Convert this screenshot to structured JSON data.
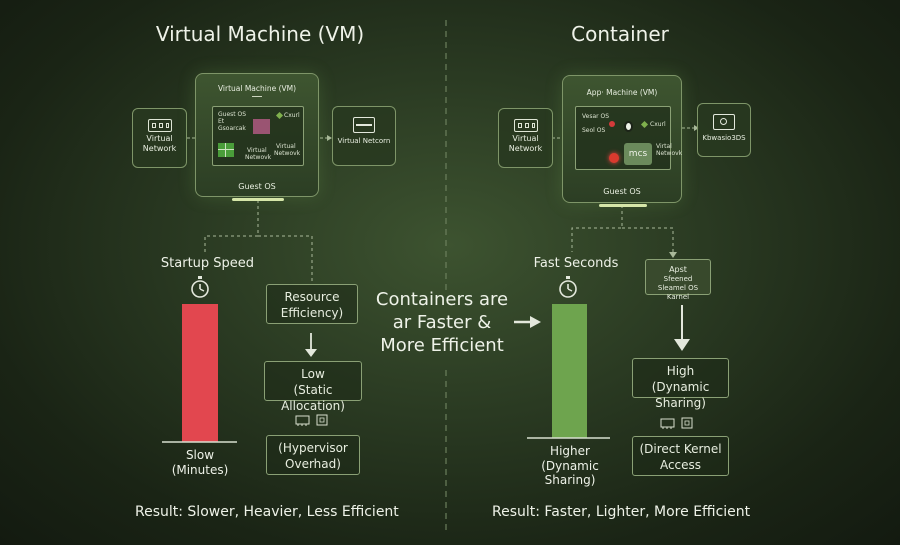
{
  "vm": {
    "title": "Virtual Machine (VM)",
    "card": {
      "header": "Virtual Machine (VM)",
      "guest_os_label": "Guest OS",
      "bits": [
        "Guest OS",
        "Et",
        "Gsoarcak",
        "Cxurl",
        "Virtual",
        "Netwovk",
        "Virtual",
        "Netwovk"
      ],
      "footer": "Guest OS"
    },
    "left_node": {
      "label1": "Virtual",
      "label2": "Network"
    },
    "right_node": {
      "label": "Virtual Netcorn"
    },
    "startup_label": "Startup Speed",
    "bar_label1": "Slow",
    "bar_label2": "(Minutes)",
    "resource_box": {
      "line1": "Resource",
      "line2": "Efficiency)"
    },
    "low_box": {
      "line1": "Low",
      "line2": "(Static Allocation)"
    },
    "hyp_box": {
      "line1": "(Hypervisor",
      "line2": "Overhad)"
    },
    "result": "Result: Slower, Heavier, Less Efficient",
    "bar_color": "#e2474f"
  },
  "container": {
    "title": "Container",
    "card": {
      "header": "App· Machine (VM)",
      "bits": [
        "Vesar OS",
        "Seol OS",
        "Cxurl",
        "mcs",
        "Virtal",
        "Netwovk"
      ],
      "footer": "Guest OS"
    },
    "left_node": {
      "label1": "Virtual",
      "label2": "Network"
    },
    "right_node": {
      "label": "Kbwasio3DS"
    },
    "fast_label": "Fast Seconds",
    "kernel_box": {
      "line1": "Apst",
      "line2": "Sfeened",
      "line3": "Sleamel OS Karnel"
    },
    "high_box": {
      "line1": "High",
      "line2": "(Dynamic Sharing)"
    },
    "bar_label1": "Higher",
    "bar_label2": "(Dynamic Sharing)",
    "direct_box": {
      "line1": "(Direct Kernel",
      "line2": "Access"
    },
    "result": "Result: Faster, Lighter, More Efficient",
    "bar_color": "#6ea44e"
  },
  "center": {
    "line1": "Containers are",
    "line2": "ar Faster &",
    "line3": "More Efficient"
  },
  "chart_data": {
    "type": "bar",
    "categories": [
      "Slow (Minutes)",
      "Higher (Dynamic Sharing)"
    ],
    "values": [
      1,
      1
    ],
    "colors": [
      "#e2474f",
      "#6ea44e"
    ]
  }
}
